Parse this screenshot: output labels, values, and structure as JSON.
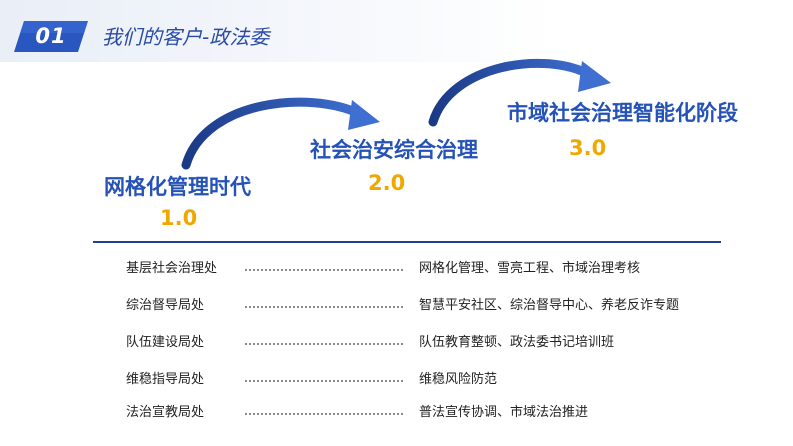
{
  "header": {
    "section_number": "01",
    "title": "我们的客户-政法委"
  },
  "stages": [
    {
      "name": "网格化管理时代",
      "version": "1.0"
    },
    {
      "name": "社会治安综合治理",
      "version": "2.0"
    },
    {
      "name": "市域社会治理智能化阶段",
      "version": "3.0"
    }
  ],
  "departments": [
    {
      "name": "基层社会治理处",
      "duties": "网格化管理、雪亮工程、市域治理考核"
    },
    {
      "name": "综治督导局处",
      "duties": "智慧平安社区、综治督导中心、养老反诈专题"
    },
    {
      "name": "队伍建设局处",
      "duties": "队伍教育整顿、政法委书记培训班"
    },
    {
      "name": "维稳指导局处",
      "duties": "维稳风险防范"
    },
    {
      "name": "法治宣教局处",
      "duties": "普法宣传协调、市域法治推进"
    }
  ],
  "colors": {
    "accent_blue": "#2552b6",
    "title_blue": "#2a4ba6",
    "version_gold": "#f0a800",
    "divider_navy": "#233f8f"
  }
}
